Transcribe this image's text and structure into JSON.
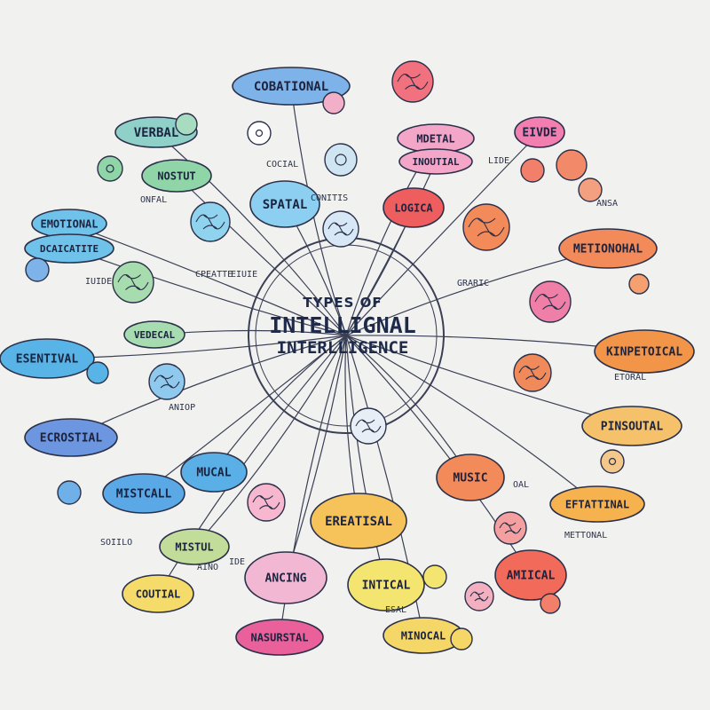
{
  "title": {
    "line1": "TYPES OF",
    "line2": "INTELLIGNAL",
    "line3": "INTERLLIGENCE"
  },
  "bubbles": [
    {
      "id": "cobational",
      "label": "COBATIONAL",
      "color": "#7db3e8"
    },
    {
      "id": "verbal",
      "label": "VERBAL",
      "color": "#8fd0c8"
    },
    {
      "id": "nostut",
      "label": "NOSTUT",
      "color": "#8fd5a8"
    },
    {
      "id": "spatal",
      "label": "SPATAL",
      "color": "#8ccff0"
    },
    {
      "id": "mdetal",
      "label": "MDETAL",
      "color": "#f4a6c8"
    },
    {
      "id": "inoutial",
      "label": "INOUTIAL",
      "color": "#f4a6c8"
    },
    {
      "id": "eivde",
      "label": "EIVDE",
      "color": "#f27fb0"
    },
    {
      "id": "logica",
      "label": "LOGICA",
      "color": "#ee5e5e"
    },
    {
      "id": "emotional",
      "label": "EMOTIONAL",
      "color": "#6fc3ea"
    },
    {
      "id": "dcaicatite",
      "label": "DCAICATITE",
      "color": "#6fc3ea"
    },
    {
      "id": "metional",
      "label": "METIONOHAL",
      "color": "#f28a5a"
    },
    {
      "id": "vedecal",
      "label": "VEDECAL",
      "color": "#a7dcb0"
    },
    {
      "id": "esential",
      "label": "ESENTIVAL",
      "color": "#58b4e6"
    },
    {
      "id": "kinetical",
      "label": "KINPETOICAL",
      "color": "#f29548"
    },
    {
      "id": "ecrostial",
      "label": "ECROSTIAL",
      "color": "#6c96e0"
    },
    {
      "id": "pinsoutal",
      "label": "PINSOUTAL",
      "color": "#f5c26b"
    },
    {
      "id": "mucal",
      "label": "MUCAL",
      "color": "#5ab0e6"
    },
    {
      "id": "music",
      "label": "MUSIC",
      "color": "#f28a5a"
    },
    {
      "id": "mistal",
      "label": "MISTCALL",
      "color": "#5aa8e6"
    },
    {
      "id": "eftattinal",
      "label": "EFTATTINAL",
      "color": "#f5b24f"
    },
    {
      "id": "ereatisal",
      "label": "EREATISAL",
      "color": "#f6c35a"
    },
    {
      "id": "mistul",
      "label": "MISTUL",
      "color": "#c2dc9a"
    },
    {
      "id": "contial",
      "label": "COUTIAL",
      "color": "#f5dc6a"
    },
    {
      "id": "ancing",
      "label": "ANCING",
      "color": "#f2b7d3"
    },
    {
      "id": "intical",
      "label": "INTICAL",
      "color": "#f4e470"
    },
    {
      "id": "amical",
      "label": "AMIICAL",
      "color": "#f26a5a"
    },
    {
      "id": "nasurstal",
      "label": "NASURSTAL",
      "color": "#e9609a"
    },
    {
      "id": "minical",
      "label": "MINOCAL",
      "color": "#f4d766"
    }
  ],
  "small_labels": [
    {
      "id": "cocial",
      "text": "COCIAL"
    },
    {
      "id": "conitis",
      "text": "CONITIS"
    },
    {
      "id": "onfal",
      "text": "ONFAL"
    },
    {
      "id": "cpeatte",
      "text": "CPEATTE"
    },
    {
      "id": "graric",
      "text": "GRARIC"
    },
    {
      "id": "aniop",
      "text": "ANIOP"
    },
    {
      "id": "aino",
      "text": "AINO"
    },
    {
      "id": "eiuie",
      "text": "EIUIE"
    },
    {
      "id": "lide",
      "text": "LIDE"
    },
    {
      "id": "ansa",
      "text": "ANSA"
    },
    {
      "id": "etoral",
      "text": "ETORAL"
    },
    {
      "id": "oal",
      "text": "OAL"
    },
    {
      "id": "meftonal",
      "text": "METTONAL"
    },
    {
      "id": "ide",
      "text": "IDE"
    },
    {
      "id": "soiilo",
      "text": "SOIILO"
    },
    {
      "id": "esal",
      "text": "ESAL"
    },
    {
      "id": "iuide",
      "text": "IUIDE"
    }
  ]
}
